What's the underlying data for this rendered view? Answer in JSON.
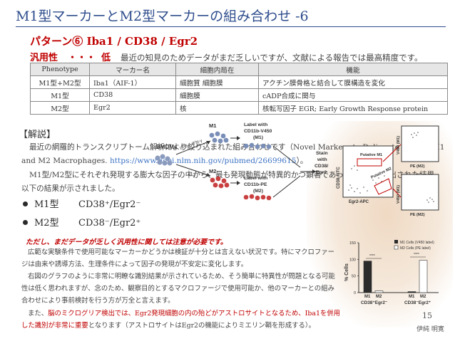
{
  "slide": {
    "title": "M1型マーカーとM2型マーカーの組み合わせ -6",
    "pattern": "パターン⑥ Iba1 / CD38 / Egr2",
    "generality_label": "汎用性",
    "generality_dots": "・・・",
    "generality_value": "低",
    "generality_desc": "最近の知見のためデータがまだ乏しいですが、文献による報告では最高精度です。",
    "page_number": "15",
    "author": "伊純 明寛"
  },
  "table": {
    "headers": [
      "Phenotype",
      "マーカー名",
      "細胞内局在",
      "機能"
    ],
    "rows": [
      [
        "M1型+M2型",
        "Iba1（AIF-1）",
        "細胞質 細胞膜",
        "アクチン膜骨格と結合して膜構造を変化"
      ],
      [
        "M1型",
        "CD38",
        "細胞膜",
        "cADP合成に関与"
      ],
      [
        "M2型",
        "Egr2",
        "核",
        "核転写因子 EGR; Early Growth Response protein"
      ]
    ]
  },
  "explanation": {
    "heading": "【解説】",
    "p1_text": "最近の網羅的トランスクリプトーム解析により絞り込まれた組み合わせです（Novel Markers to Delineate Murine M1 and M2 Macrophages. ",
    "p1_url": "https://www.ncbi.nlm.nih.gov/pubmed/26699615",
    "p1_end": "）。",
    "p2": "M1型/M2型にそれぞれ発現する膨大な因子の中から、最も発現動態が特異的かつ顕著であったものが抜き出された結果、以下の結果が示されました。",
    "bullets": [
      {
        "name": "M1型",
        "marker": "CD38⁺/Egr2⁻"
      },
      {
        "name": "M2型",
        "marker": "CD38⁻/Egr2⁺"
      }
    ],
    "warning": "ただし、まだデータが乏しく汎用性に関しては注意が必要です。",
    "p3": "広範な実験条件で使用可能なマーカーかどうかは検証が十分とは言えない状況です。特にマクロファージは由来や誘導方法、生理条件によって因子の発現が不安定に変化します。",
    "p4": "右図のグラフのように非常に明瞭な識別結果が示されているため、そう簡単に特異性が問題となる可能性は低く思われますが、念のため、観察目的とするマクロファージで使用可能か、他のマーカーとの組み合わせにより事前検討を行う方が万全と言えます。",
    "p5_a": "また、",
    "p5_red": "脳のミクログリア検出では、Egr2発現細胞の内の殆どがアストロサイトとなるため、Iba1を併用した識別が非常に重要",
    "p5_b": "となります（アストロサイトはEgr2の機能によりミエリン鞘を形成する）。"
  },
  "figure": {
    "bmdms": "BMDMs",
    "m1_stim": "LPS + IFN-γ",
    "m2_stim": "IL-4",
    "m1": "M1",
    "m2": "M2",
    "label1_line1": "Label with",
    "label1_line2": "CD11b-V450",
    "label1_line3": "(M1)",
    "label2_line1": "Label with",
    "label2_line2": "CD11b-PE",
    "label2_line3": "(M2)",
    "stain_line1": "Stain",
    "stain_line2": "with",
    "stain_line3": "CD38/",
    "stain_line4": "Egr2",
    "flow_y": "CD38-FITC",
    "flow_x": "Egr2-APC",
    "putative_m1": "Putative M1",
    "putative_m2": "Putative M2",
    "v450_m1": "V450 (M1)",
    "pe_m2": "PE (M2)",
    "bar_ylabel": "% Cells",
    "legend_m1": "M1 Cells (V450 label)",
    "legend_m2": "M2 Cells (PE label)",
    "sig": "****",
    "group1": "CD38⁺Egr2⁻",
    "group2": "CD38⁻Egr2⁺",
    "m1_label": "M1",
    "m2_label": "M2",
    "colors": {
      "m1": "#2b2b2b",
      "m2": "#ffffff",
      "cellM1": "#7a8fb8",
      "cellM2": "#c94040"
    }
  },
  "chart_data": {
    "type": "bar",
    "ylabel": "% Cells",
    "ylim": [
      0,
      150
    ],
    "yticks": [
      0,
      50,
      100,
      150
    ],
    "categories": [
      "CD38⁺Egr2⁻",
      "CD38⁻Egr2⁺"
    ],
    "series": [
      {
        "name": "M1 Cells (V450 label)",
        "values": [
          95,
          3
        ]
      },
      {
        "name": "M2 Cells (PE label)",
        "values": [
          5,
          97
        ]
      }
    ],
    "legend": "top-right"
  }
}
